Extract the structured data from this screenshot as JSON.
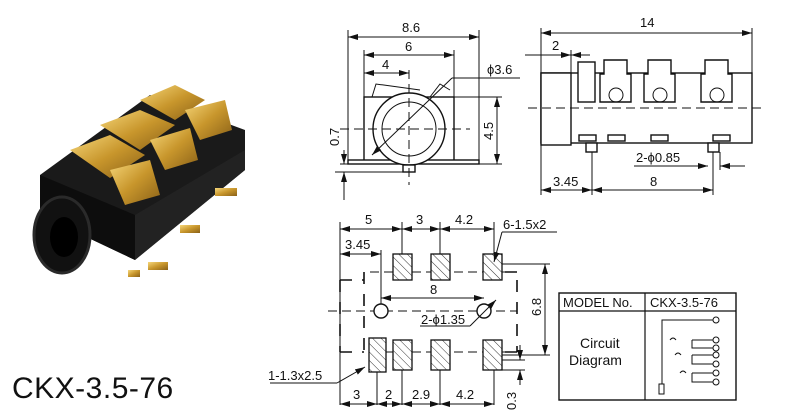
{
  "title": "CKX-3.5-76",
  "front_view": {
    "width_overall": "8.6",
    "width_body": "6",
    "center_offset": "4",
    "hole_diameter": "ϕ3.6",
    "height": "4.5",
    "foot": "0.7"
  },
  "side_view": {
    "length": "14",
    "nose": "2",
    "post_offset": "3.45",
    "post_spacing": "8",
    "posts": "2-ϕ0.85"
  },
  "footprint": {
    "pad_pitch_1": "5",
    "pad_pitch_2": "3",
    "pad_pitch_3": "4.2",
    "pad_size_top": "6-1.5x2",
    "hole_offset": "3.45",
    "hole_spacing": "8",
    "holes": "2-ϕ1.35",
    "row_spacing": "6.8",
    "pad_size_special": "1-1.3x2.5",
    "bottom_1": "3",
    "bottom_2": "2",
    "bottom_3": "2.9",
    "bottom_4": "4.2",
    "edge": "0.3"
  },
  "table": {
    "model_label": "MODEL No.",
    "model_value": "CKX-3.5-76",
    "circuit_label_1": "Circuit",
    "circuit_label_2": "Diagram"
  },
  "colors": {
    "body": "#141414",
    "gold": "#d4a53a",
    "line": "#111111"
  }
}
